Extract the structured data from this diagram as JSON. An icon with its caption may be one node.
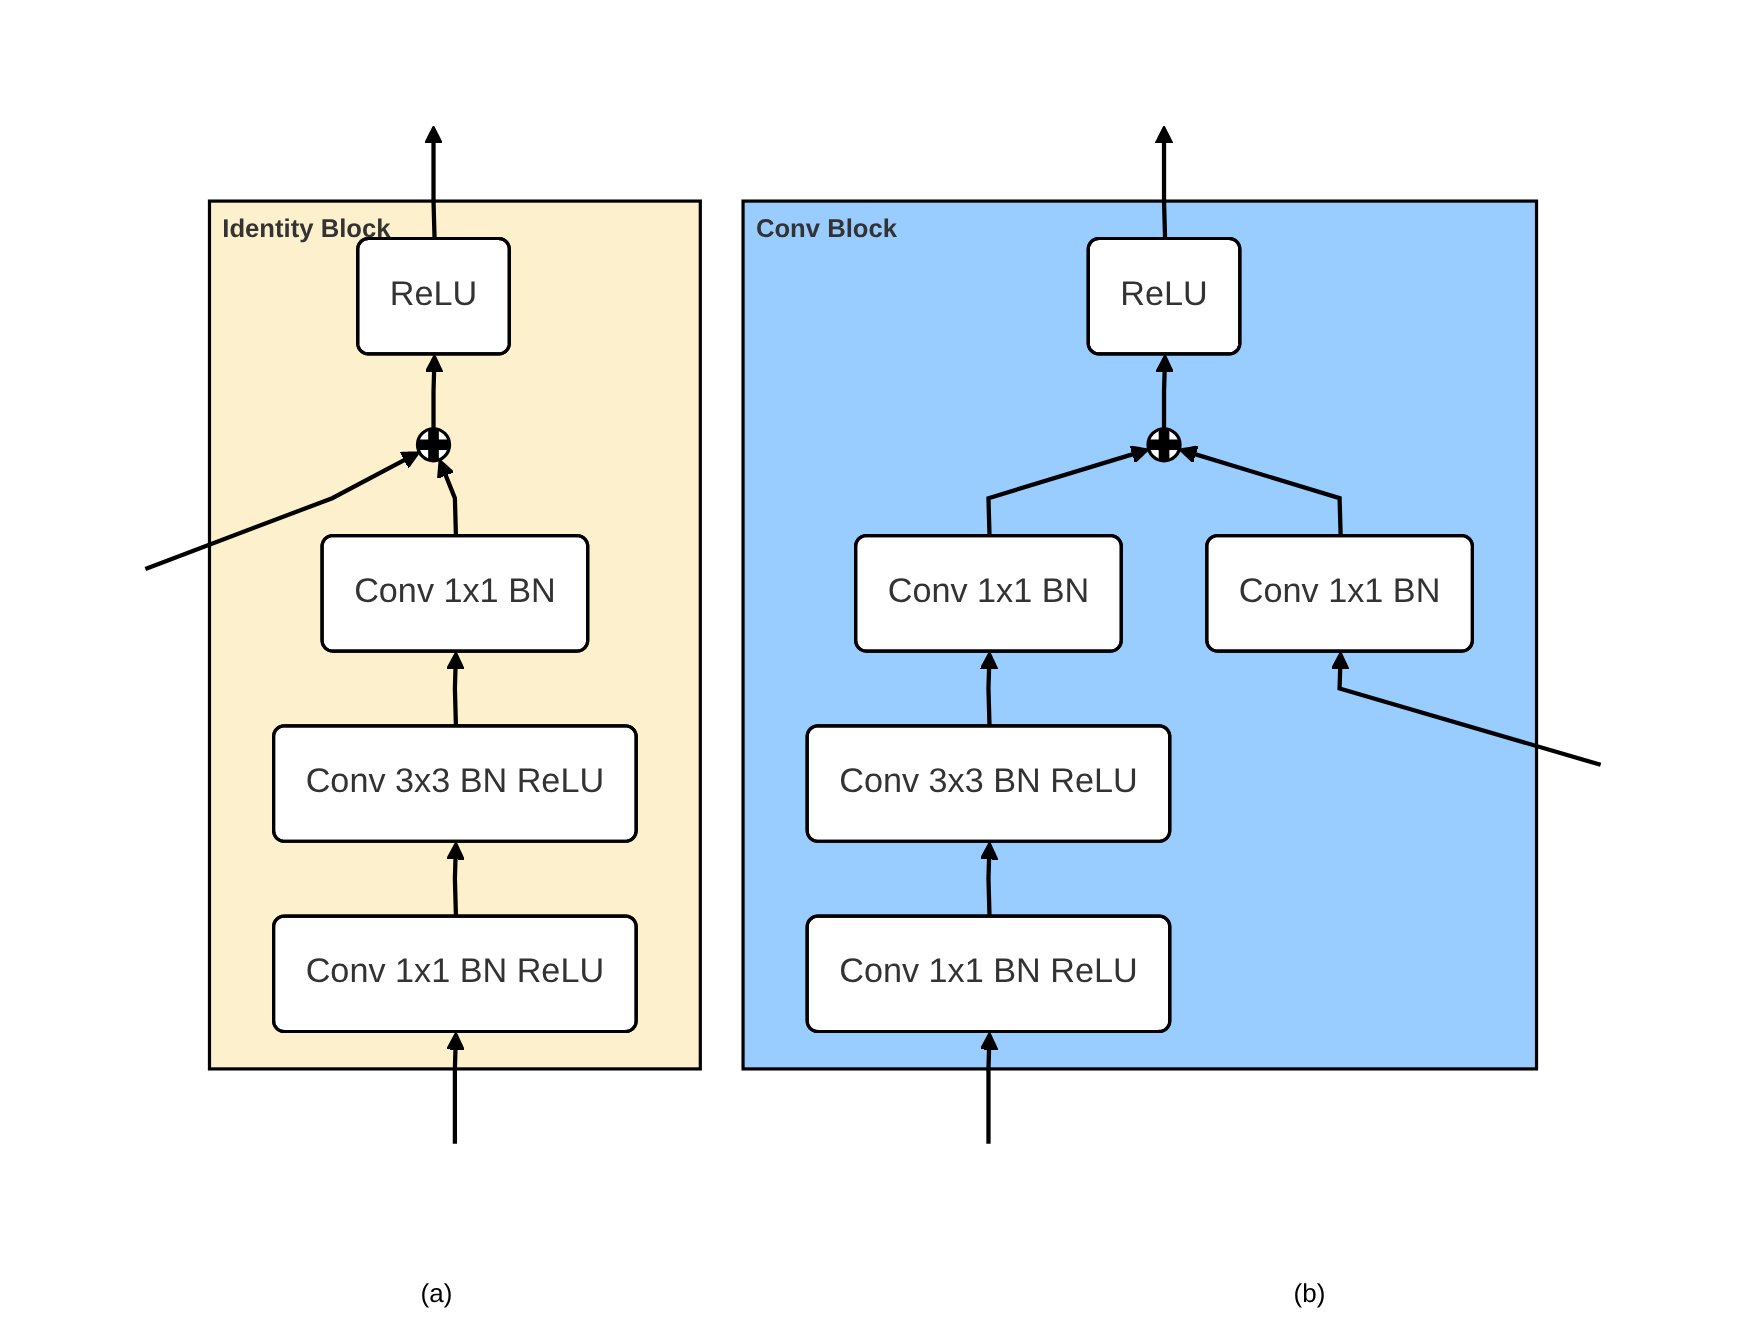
{
  "diagram": {
    "nodes": [
      {
        "text": [
          "Identity Block"
        ]
      },
      {
        "text": [
          "ReLU"
        ],
        "in": 0
      },
      {
        "text": [],
        "shape": "circle",
        "in": 0
      },
      {
        "text": [
          "Conv 1x1 BN"
        ],
        "in": 0
      },
      {
        "text": [
          "Conv 3x3 BN ReLU"
        ],
        "in": 0
      },
      {
        "text": [
          "Conv 1x1 BN ReLU"
        ],
        "in": 0
      },
      {
        "text": [
          "Conv Block"
        ]
      },
      {
        "text": [
          "ReLU"
        ],
        "in": 6
      },
      {
        "text": [],
        "shape": "circle",
        "in": 6
      },
      {
        "text": [
          "Conv 1x1 BN"
        ],
        "in": 6
      },
      {
        "text": [
          "Conv 3x3 BN ReLU"
        ],
        "in": 6
      },
      {
        "text": [
          "Conv 1x1 BN ReLU"
        ],
        "in": 6
      },
      {
        "text": [
          "Conv 1x1 BN"
        ],
        "in": 6
      }
    ],
    "edges": [
      {
        "from": null,
        "to": 5,
        "arrow": "to"
      },
      {
        "from": null,
        "to": 2,
        "arrow": "to"
      },
      {
        "from": 5,
        "to": 4,
        "arrow": "to"
      },
      {
        "from": 4,
        "to": 3,
        "arrow": "to"
      },
      {
        "from": 3,
        "to": 2,
        "arrow": "to"
      },
      {
        "from": 2,
        "to": 1,
        "arrow": "to"
      },
      {
        "from": 1,
        "to": null,
        "arrow": "to"
      },
      {
        "from": null,
        "to": 11,
        "arrow": "to"
      },
      {
        "from": null,
        "to": 12,
        "arrow": "to"
      },
      {
        "from": 11,
        "to": 10,
        "arrow": "to"
      },
      {
        "from": 10,
        "to": 9,
        "arrow": "to"
      },
      {
        "from": 9,
        "to": 8,
        "arrow": "to"
      },
      {
        "from": 12,
        "to": 8,
        "arrow": "to"
      },
      {
        "from": 8,
        "to": 7,
        "arrow": "to"
      },
      {
        "from": 7,
        "to": null,
        "arrow": "to"
      }
    ],
    "labels": [
      "(a)",
      "(b)"
    ]
  }
}
